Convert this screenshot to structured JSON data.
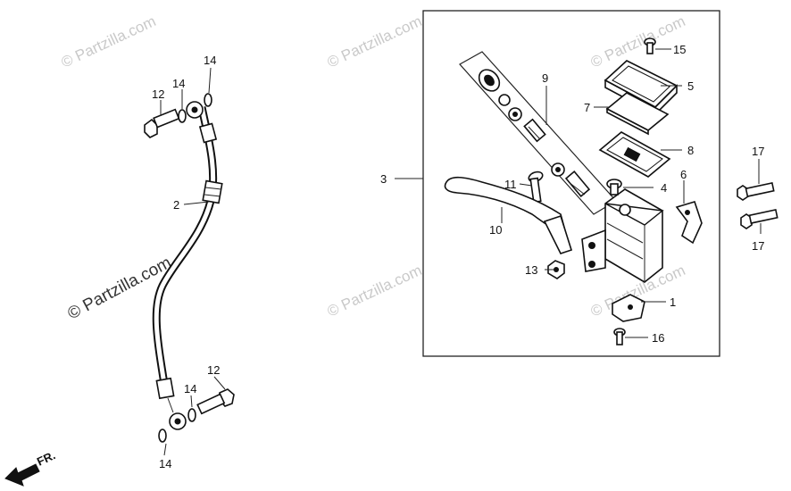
{
  "watermark": {
    "text": "© Partzilla.com",
    "side_text": "© Partzilla.com"
  },
  "direction_label": "FR.",
  "callouts": {
    "c1": "1",
    "c2": "2",
    "c3": "3",
    "c4": "4",
    "c5": "5",
    "c6": "6",
    "c7": "7",
    "c8": "8",
    "c9": "9",
    "c10": "10",
    "c11": "11",
    "c12_top": "12",
    "c12_bottom": "12",
    "c13": "13",
    "c14_top_a": "14",
    "c14_top_b": "14",
    "c14_bottom_a": "14",
    "c14_bottom_b": "14",
    "c15": "15",
    "c16": "16",
    "c17_top": "17",
    "c17_bottom": "17"
  }
}
